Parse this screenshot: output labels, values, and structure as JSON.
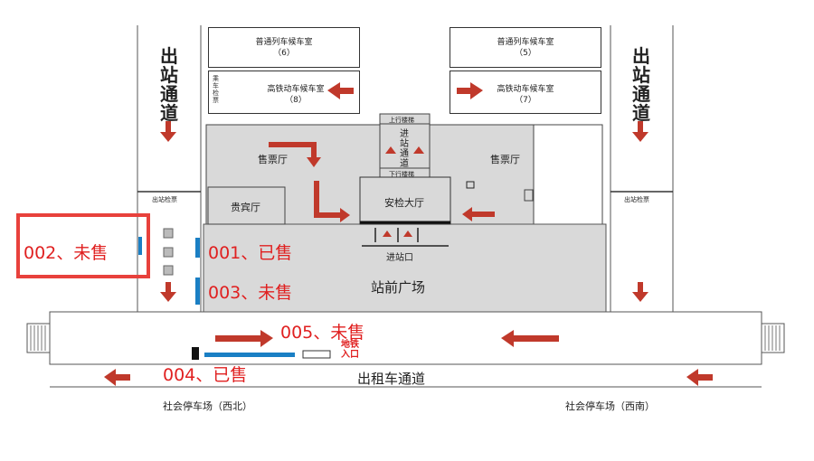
{
  "rooms": {
    "waiting_normal_left": {
      "name": "普通列车候车室",
      "num": "（6）"
    },
    "waiting_normal_right": {
      "name": "普通列车候车室",
      "num": "（5）"
    },
    "waiting_hs_left": {
      "name": "高铁动车候车室",
      "num": "（8）"
    },
    "waiting_hs_right": {
      "name": "高铁动车候车室",
      "num": "（7）"
    },
    "ticket_left": "售票厅",
    "ticket_right": "售票厅",
    "vip": "贵宾厅",
    "security": "安检大厅",
    "up_stairs": "上行楼梯",
    "down_stairs": "下行楼梯",
    "entry_channel": "进站通道",
    "entrance": "进站口",
    "plaza": "站前广场",
    "exit_left": "出站通道",
    "exit_right": "出站通道",
    "exit_check_left": "出站检票",
    "exit_check_right": "出站检票",
    "taxi": "出租车通道",
    "parking_nw": "社会停车场（西北）",
    "parking_sw": "社会停车场（西南）",
    "metro": "地铁入口",
    "small_vert": "乘车检票"
  },
  "ad_spots": [
    {
      "id": "001",
      "label": "001、已售",
      "status": "已售"
    },
    {
      "id": "002",
      "label": "002、未售",
      "status": "未售"
    },
    {
      "id": "003",
      "label": "003、未售",
      "status": "未售"
    },
    {
      "id": "004",
      "label": "004、已售",
      "status": "已售"
    },
    {
      "id": "005",
      "label": "005、未售",
      "status": "未售"
    }
  ],
  "colors": {
    "arrow": "#c0392b",
    "ad_text": "#e02020",
    "highlight_box": "#e8413c",
    "ad_bar": "#1a7fc4",
    "floor": "#d9d9d9"
  }
}
